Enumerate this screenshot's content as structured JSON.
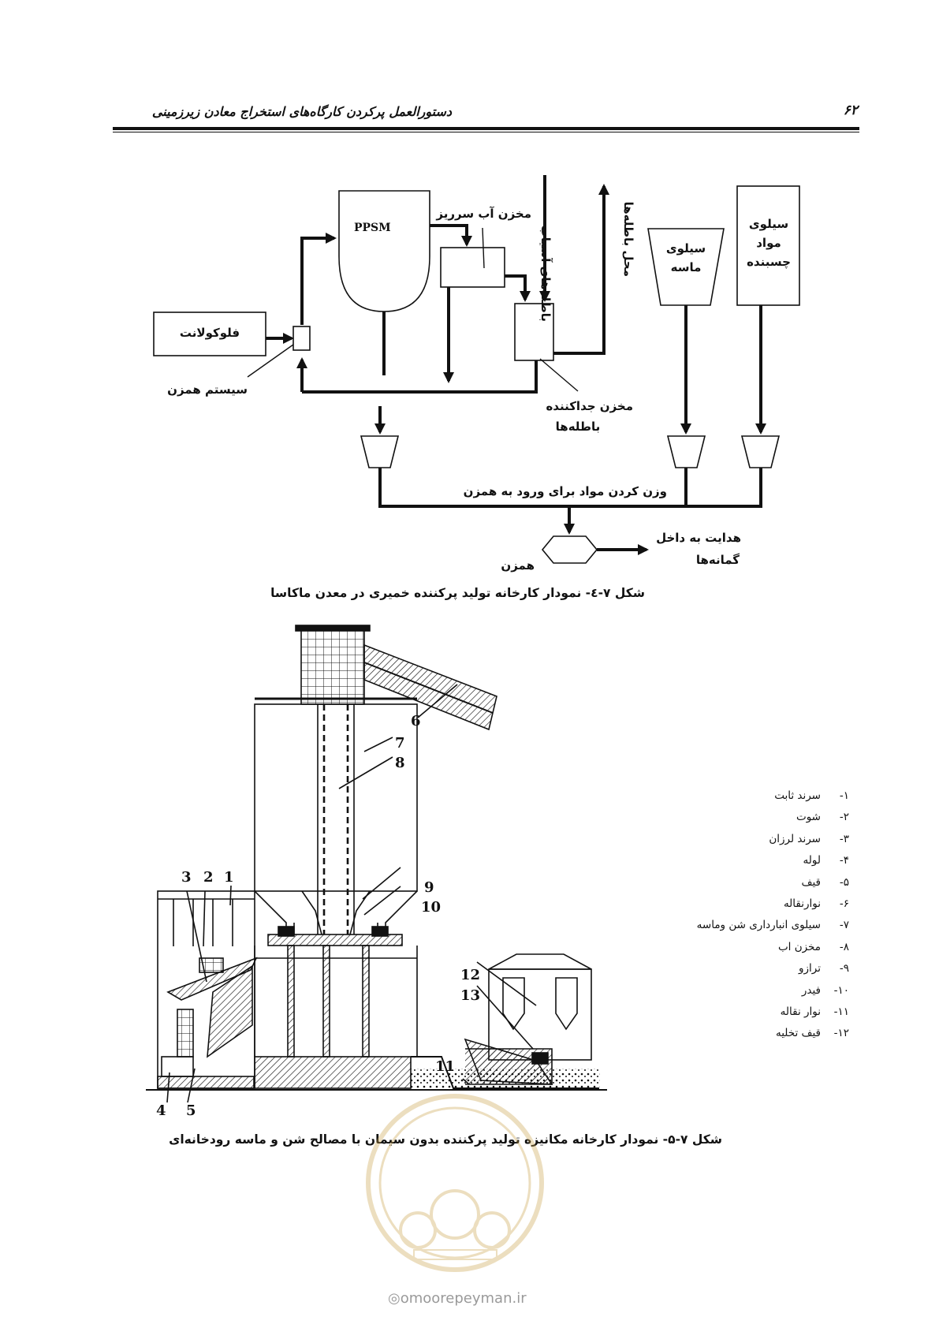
{
  "header": {
    "title": "دستورالعمل پرکردن کارگاه‌های استخراج معادن زیرزمینی",
    "page_number": "۶۲"
  },
  "figure1": {
    "labels": {
      "ppsm": "PPSM",
      "overflow_tank": "مخزن آب سرریز",
      "mill_tailings": "باطله‌های آسیاب",
      "tailings_site": "محل باطله‌ها",
      "sand_silo_1": "سیلوی",
      "sand_silo_2": "ماسه",
      "binder_silo_1": "سیلوی",
      "binder_silo_2": "مواد",
      "binder_silo_3": "چسبنده",
      "flocculant": "فلوکولانت",
      "mixer_system": "سیستم همزن",
      "separator_1": "مخزن جداکننده",
      "separator_2": "باطله‌ها",
      "weighing": "وزن کردن مواد برای ورود به همزن",
      "mixer": "همزن",
      "guide_1": "هدایت به داخل",
      "guide_2": "گمانه‌ها"
    },
    "caption": "شکل ۷-٤- نمودار کارخانه تولید پرکننده خمیری در معدن ماکاسا"
  },
  "figure2": {
    "callouts": [
      "1",
      "2",
      "3",
      "4",
      "5",
      "6",
      "7",
      "8",
      "9",
      "10",
      "11",
      "12",
      "13"
    ],
    "legend": [
      {
        "num": "۱-",
        "label": "سرند ثابت"
      },
      {
        "num": "۲-",
        "label": "شوت"
      },
      {
        "num": "۳-",
        "label": "سرند لرزان"
      },
      {
        "num": "۴-",
        "label": "لوله"
      },
      {
        "num": "۵-",
        "label": "قیف"
      },
      {
        "num": "۶-",
        "label": "نوارنقاله"
      },
      {
        "num": "۷-",
        "label": "سیلوی انبارداری شن وماسه"
      },
      {
        "num": "۸-",
        "label": "مخزن اب"
      },
      {
        "num": "۹-",
        "label": "ترازو"
      },
      {
        "num": "۱۰-",
        "label": "فیدر"
      },
      {
        "num": "۱۱-",
        "label": "نوار نقاله"
      },
      {
        "num": "۱۲-",
        "label": "قیف تخلیه"
      }
    ],
    "caption": "شکل ۷-۵- نمودار کارخانه مکانیزه تولید پرکننده بدون سیمان با مصالح شن و ماسه رودخانه‌ای"
  },
  "watermark": {
    "site": "omoorepeyman.ir"
  }
}
